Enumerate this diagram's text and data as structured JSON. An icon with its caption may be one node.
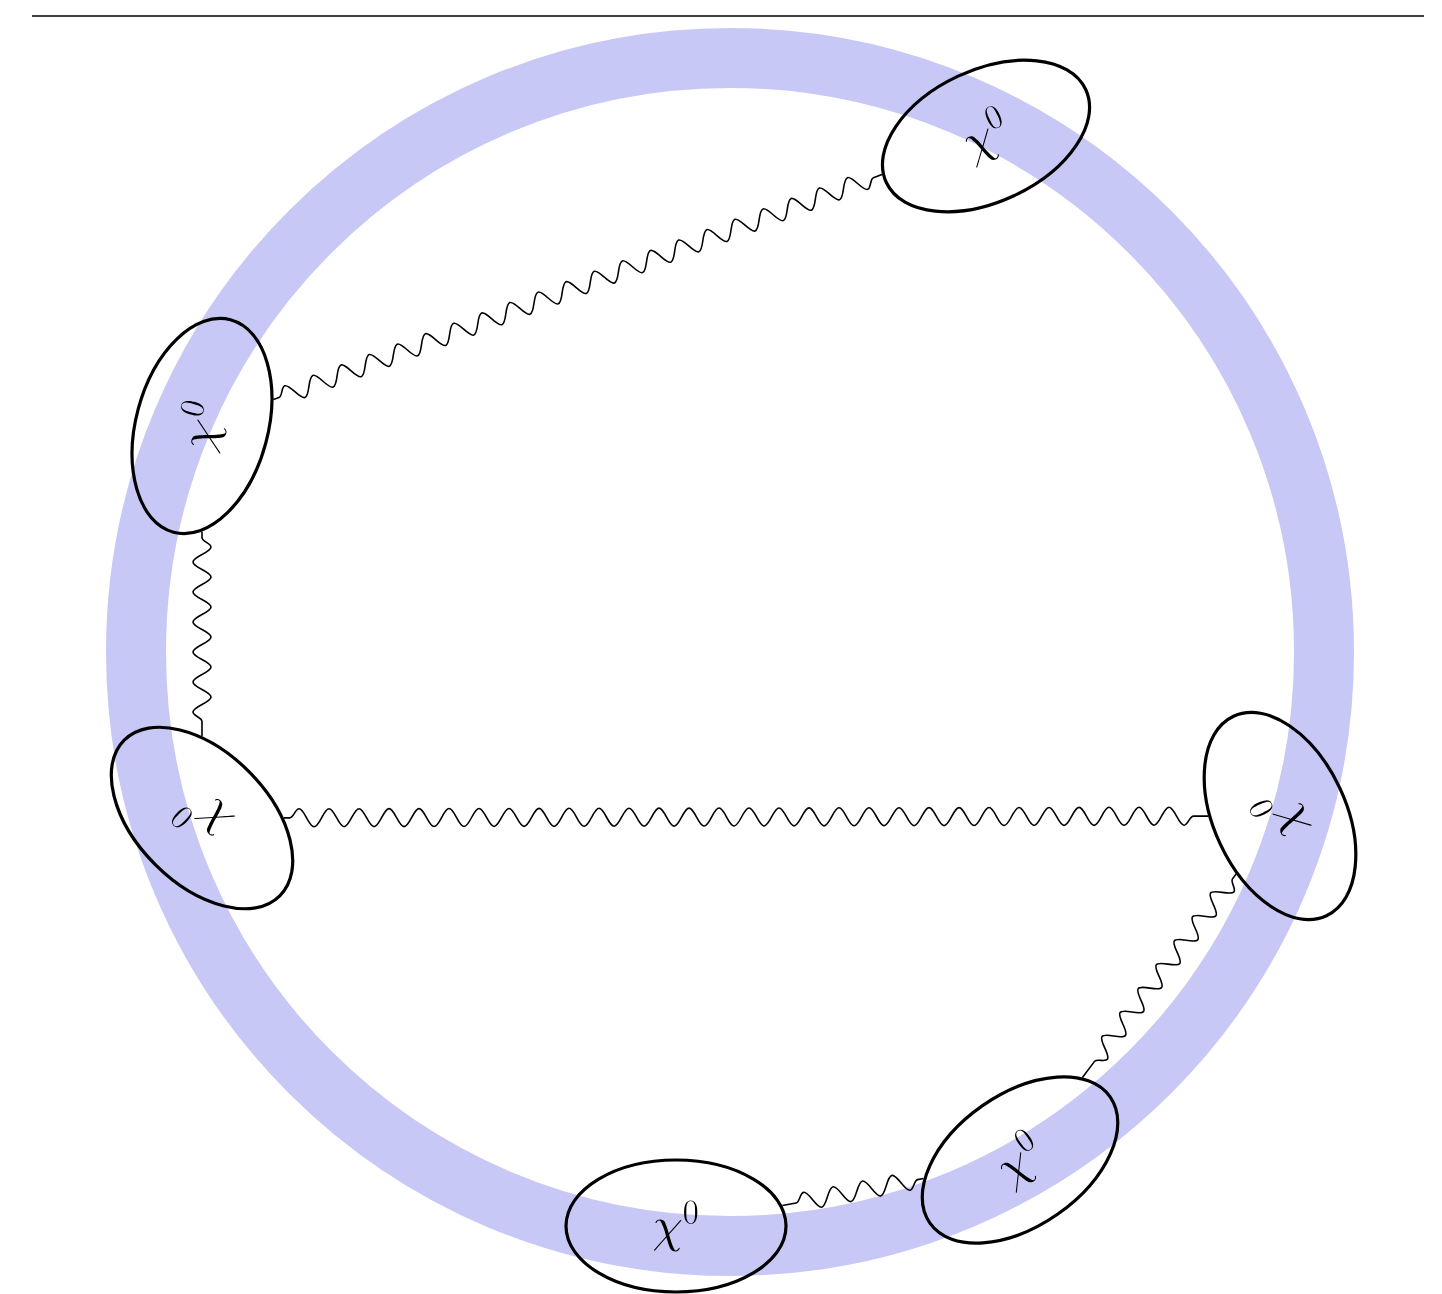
{
  "diagram": {
    "nodes": [
      {
        "text": [
          "\\chi^0"
        ]
      },
      {
        "text": [
          "\\chi^0"
        ]
      },
      {
        "text": [
          "\\chi^0"
        ]
      },
      {
        "text": [
          "\\chi^0"
        ]
      },
      {
        "text": [
          "\\chi^0"
        ]
      },
      {
        "text": [
          "\\chi^0"
        ]
      }
    ],
    "edges": [
      {
        "from": 1,
        "to": 0,
        "arrow": "none"
      },
      {
        "from": 1,
        "to": 2,
        "arrow": "none"
      },
      {
        "from": 2,
        "to": 3,
        "arrow": "none"
      },
      {
        "from": 3,
        "to": 4,
        "arrow": "none"
      },
      {
        "from": 4,
        "to": 5,
        "arrow": "none"
      }
    ]
  }
}
